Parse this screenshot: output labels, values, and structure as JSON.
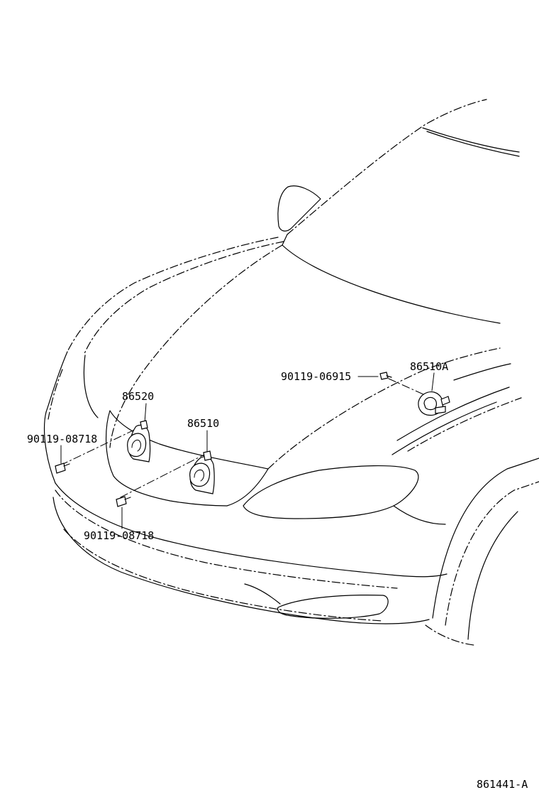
{
  "labels": {
    "horn_high": "86520",
    "horn_low": "86510",
    "horn_alt": "86510A",
    "bolt_left_upper": "90119-08718",
    "bolt_left_lower": "90119-08718",
    "bolt_right": "90119-06915",
    "illustration_code": "861441-A"
  }
}
